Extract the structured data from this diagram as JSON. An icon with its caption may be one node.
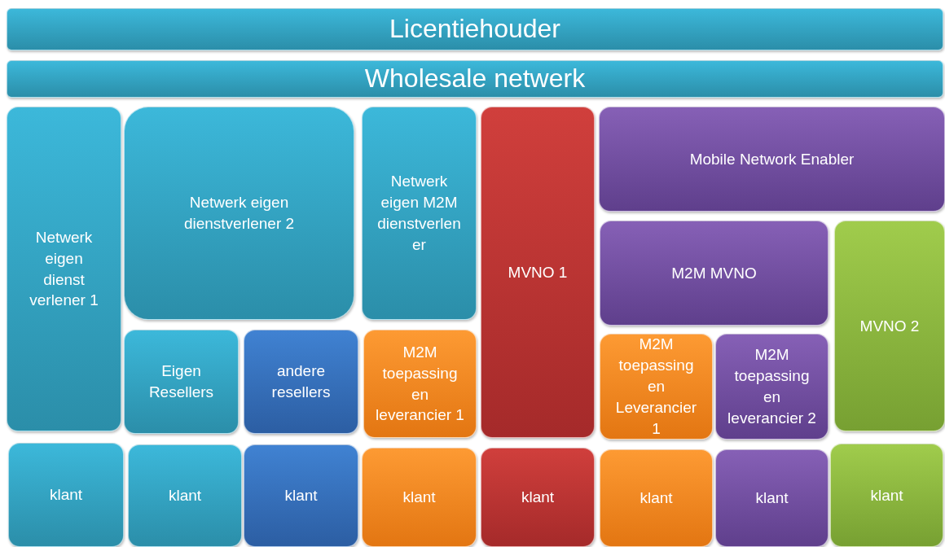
{
  "diagram": {
    "nodes": [
      {
        "text": [
          "Licentiehouder"
        ]
      },
      {
        "text": [
          "Wholesale netwerk"
        ]
      },
      {
        "text": [
          "Netwerk eigen dienst verlener 1"
        ]
      },
      {
        "text": [
          "Netwerk eigen dienstverlener 2"
        ]
      },
      {
        "text": [
          "Netwerk eigen M2M dienstverlener"
        ]
      },
      {
        "text": [
          "MVNO 1"
        ]
      },
      {
        "text": [
          "Mobile Network Enabler"
        ]
      },
      {
        "text": [
          "M2M MVNO"
        ]
      },
      {
        "text": [
          "MVNO 2"
        ]
      },
      {
        "text": [
          "Eigen Resellers"
        ]
      },
      {
        "text": [
          "andere resellers"
        ]
      },
      {
        "text": [
          "M2M toepassing en leverancier 1"
        ]
      },
      {
        "text": [
          "M2M toepassing en Leverancier 1"
        ]
      },
      {
        "text": [
          "M2M toepassing en leverancier 2"
        ]
      },
      {
        "text": [
          "klant"
        ]
      },
      {
        "text": [
          "klant"
        ]
      },
      {
        "text": [
          "klant"
        ]
      },
      {
        "text": [
          "klant"
        ]
      },
      {
        "text": [
          "klant"
        ]
      },
      {
        "text": [
          "klant"
        ]
      },
      {
        "text": [
          "klant"
        ]
      },
      {
        "text": [
          "klant"
        ]
      }
    ]
  }
}
